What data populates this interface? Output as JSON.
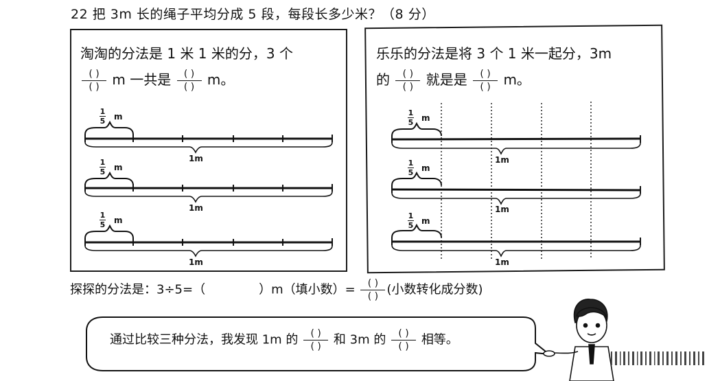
{
  "question": "22 把 3m 长的绳子平均分成 5 段，每段长多少米？（8 分）",
  "left_method": {
    "line1": "淘淘的分法是 1 米 1 米的分，3 个",
    "m_text": "m 一共是",
    "end_text": "m。"
  },
  "right_method": {
    "line1": "乐乐的分法是将 3 个 1 米一起分，3m",
    "de": "的",
    "jiushi": "就是是",
    "end_text": "m。"
  },
  "blank_num": "( )",
  "blank_den": "( )",
  "segment_label": {
    "num": "1",
    "den": "5",
    "unit": "m"
  },
  "rope_label": "1m",
  "third_method": {
    "prefix": "探探的分法是：3÷5=（",
    "blank": "",
    "middle": "）m（填小数）=",
    "suffix": "(小数转化成分数)"
  },
  "speech": {
    "part1": "通过比较三种分法，我发现 1m 的",
    "part2": "和 3m 的",
    "part3": "相等。"
  }
}
